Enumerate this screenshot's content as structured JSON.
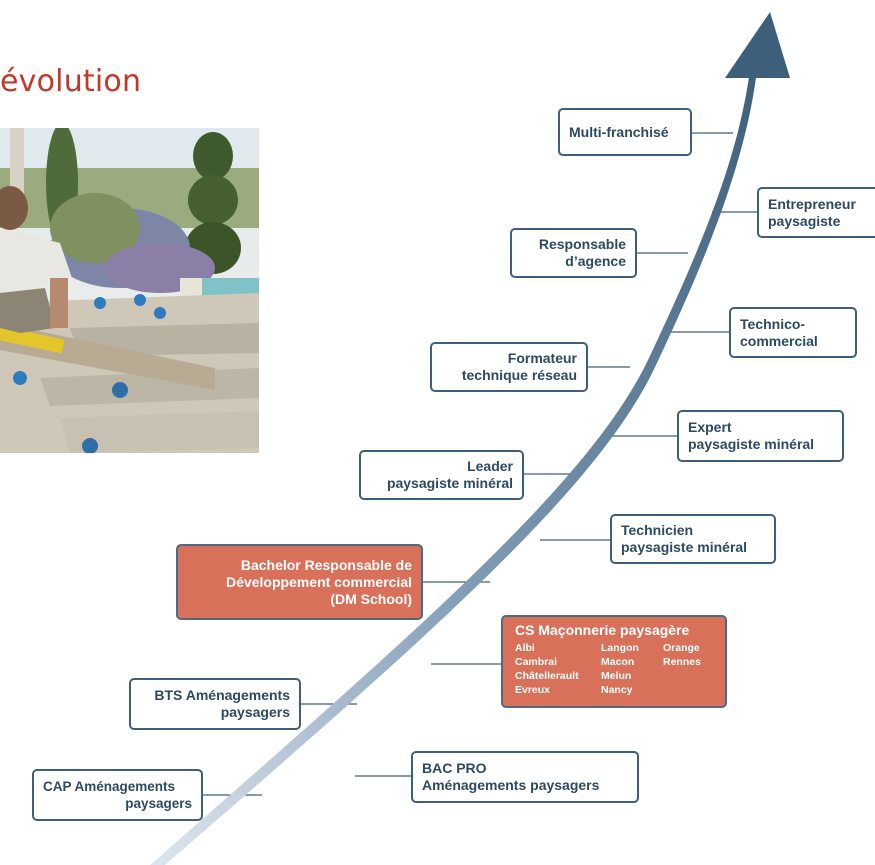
{
  "title": "évolution",
  "photo": {
    "alt": ""
  },
  "colors": {
    "arrow": "#3e5f7a",
    "box_border": "#3e5f7a",
    "highlight_fill": "#d9705a",
    "title": "#c0392b"
  },
  "stages": [
    {
      "lines": [
        "CAP Aménagements",
        "paysagers"
      ]
    },
    {
      "lines": [
        "BAC PRO",
        "Aménagements paysagers"
      ]
    },
    {
      "lines": [
        "BTS Aménagements",
        "paysagers"
      ]
    },
    {
      "title": "CS Maçonnerie paysagère",
      "columns": [
        [
          "Albi",
          "Cambrai",
          "Châtellerault",
          "Evreux"
        ],
        [
          "Langon",
          "Macon",
          "Melun",
          "Nancy"
        ],
        [
          "Orange",
          "Rennes"
        ]
      ]
    },
    {
      "lines": [
        "Bachelor Responsable de",
        "Développement commercial",
        "(DM School)"
      ]
    },
    {
      "lines": [
        "Technicien",
        "paysagiste minéral"
      ]
    },
    {
      "lines": [
        "Leader",
        "paysagiste minéral"
      ]
    },
    {
      "lines": [
        "Expert",
        "paysagiste minéral"
      ]
    },
    {
      "lines": [
        "Formateur",
        "technique réseau"
      ]
    },
    {
      "lines": [
        "Technico-",
        "commercial"
      ]
    },
    {
      "lines": [
        "Responsable",
        "d’agence"
      ]
    },
    {
      "lines": [
        "Entrepreneur",
        "paysagiste"
      ]
    },
    {
      "lines": [
        "Multi-franchisé"
      ]
    }
  ]
}
